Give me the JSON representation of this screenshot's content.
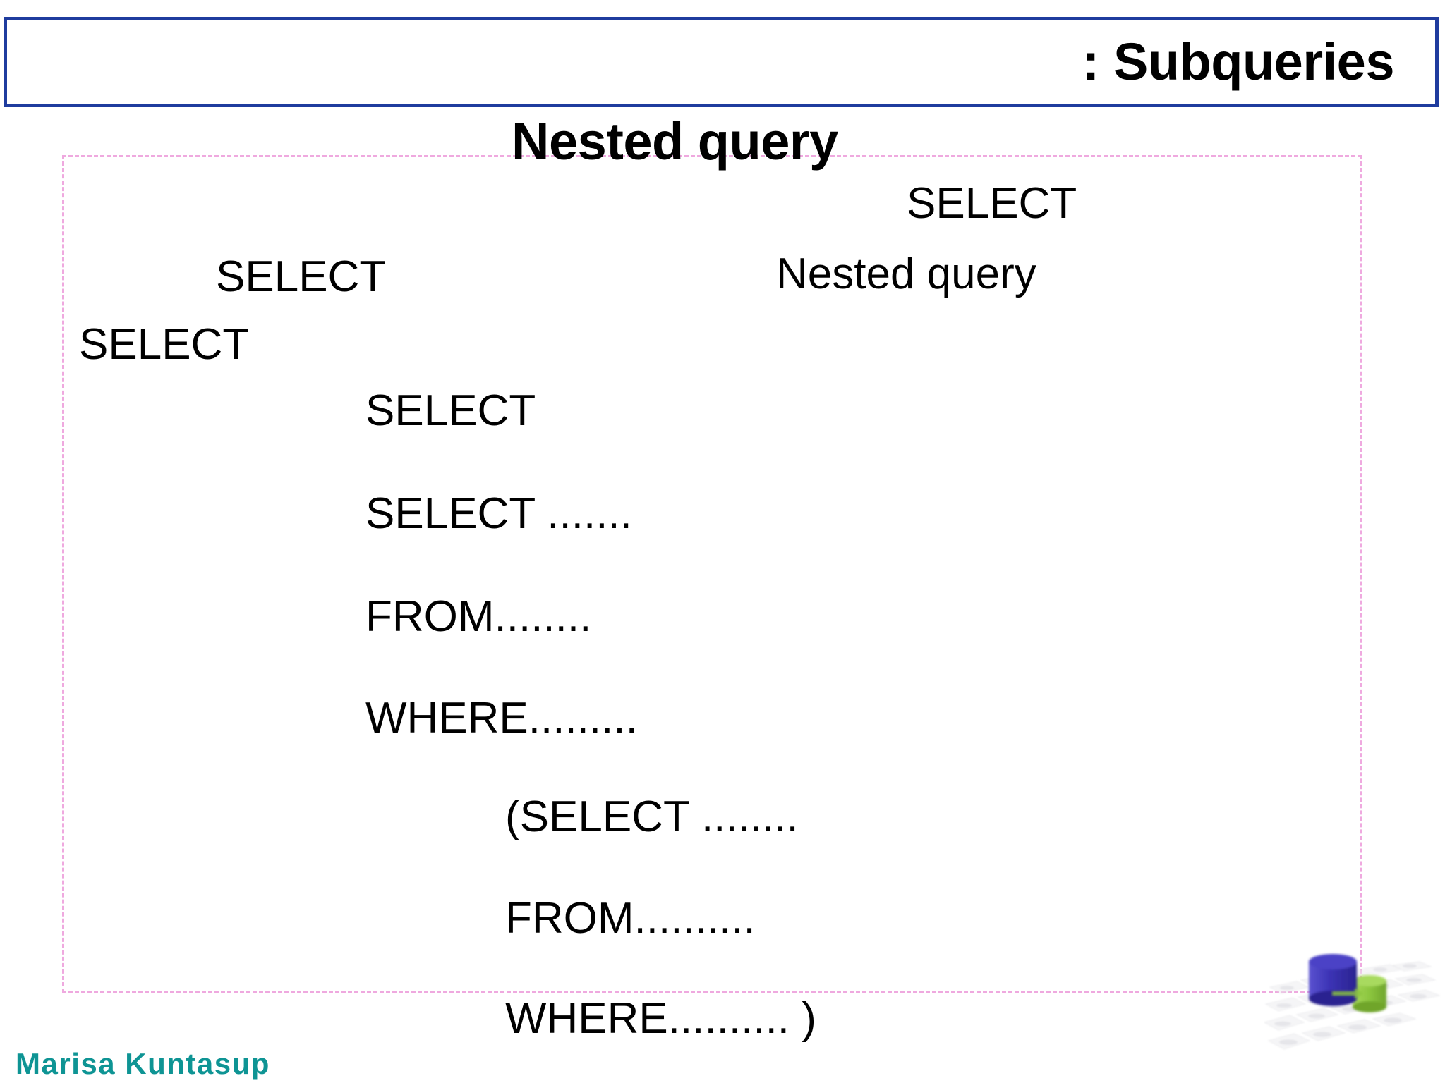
{
  "slide": {
    "title": ": Subqueries",
    "subtitle": "Nested query",
    "annotations": {
      "select_right": "SELECT",
      "nested_right": "Nested query",
      "select_mid": "SELECT",
      "select_left": "SELECT"
    },
    "query": {
      "outer_select": "SELECT",
      "select_dots": "SELECT .......",
      "from_dots": "FROM........",
      "where_dots": "WHERE.........",
      "inner_select": "(SELECT ........",
      "inner_from": "FROM..........",
      "inner_where": "WHERE.......... )"
    },
    "author": "Marisa Kuntasup",
    "colors": {
      "title_border": "#1F3C9E",
      "dashed_frame": "#EFA9DF",
      "author_text": "#0E9494",
      "db_cylinder_blue": "#3B32B4",
      "db_cylinder_green": "#8CC63F",
      "text": "#000000"
    },
    "graphic": {
      "name": "database-cylinders-graphic"
    }
  }
}
